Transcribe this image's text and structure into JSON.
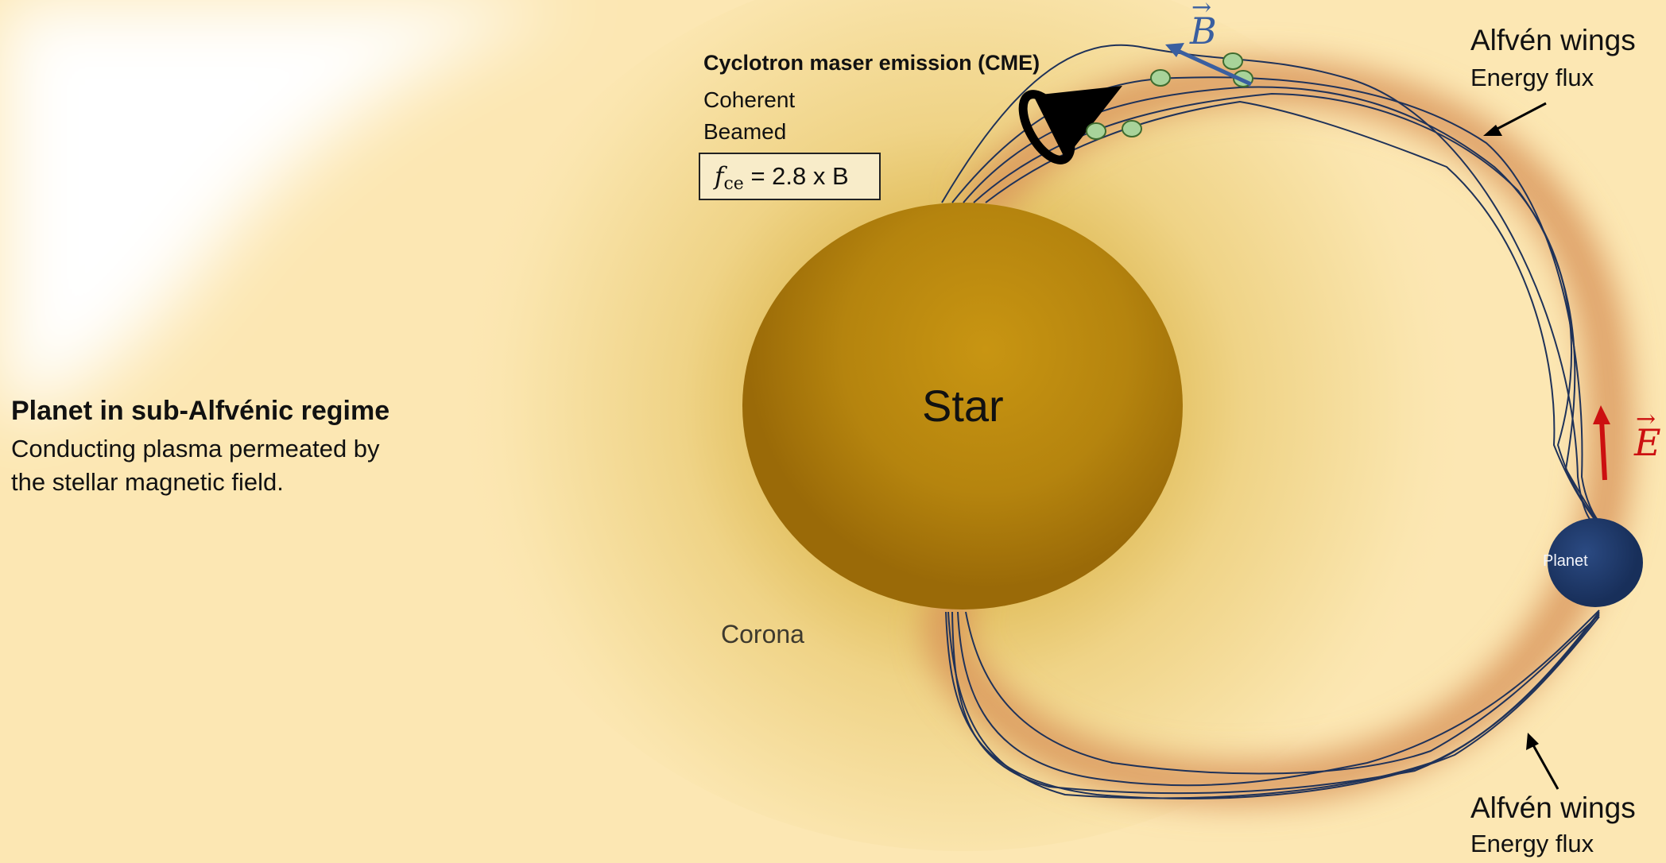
{
  "regime": {
    "title": "Planet in sub-Alfvénic regime",
    "description": "Conducting plasma permeated by\nthe stellar magnetic field."
  },
  "cme": {
    "title": "Cyclotron maser emission (CME)",
    "properties": [
      "Coherent",
      "Beamed"
    ],
    "formula": {
      "symbol": "f",
      "subscript": "ce",
      "expression": " = 2.8 x B"
    }
  },
  "star": {
    "label": "Star"
  },
  "corona": {
    "label": "Corona"
  },
  "planet": {
    "label": "Planet"
  },
  "alfven_wings_top": {
    "title": "Alfvén wings",
    "subtitle": "Energy flux"
  },
  "alfven_wings_bottom": {
    "title": "Alfvén wings",
    "subtitle": "Energy flux"
  },
  "vectors": {
    "magnetic": {
      "letter": "B",
      "arrow": "→",
      "color": "#3a5fa0"
    },
    "electric": {
      "letter": "E",
      "arrow": "→",
      "color": "#cc1010"
    }
  },
  "colors": {
    "background": "#fce7b3",
    "star_core": "#c4900f",
    "star_edge": "#9c6a08",
    "wing_glow": "#d9955a",
    "field_lines": "#1f3259",
    "planet": "#1f3a6b",
    "electron": "#a8d39a"
  }
}
